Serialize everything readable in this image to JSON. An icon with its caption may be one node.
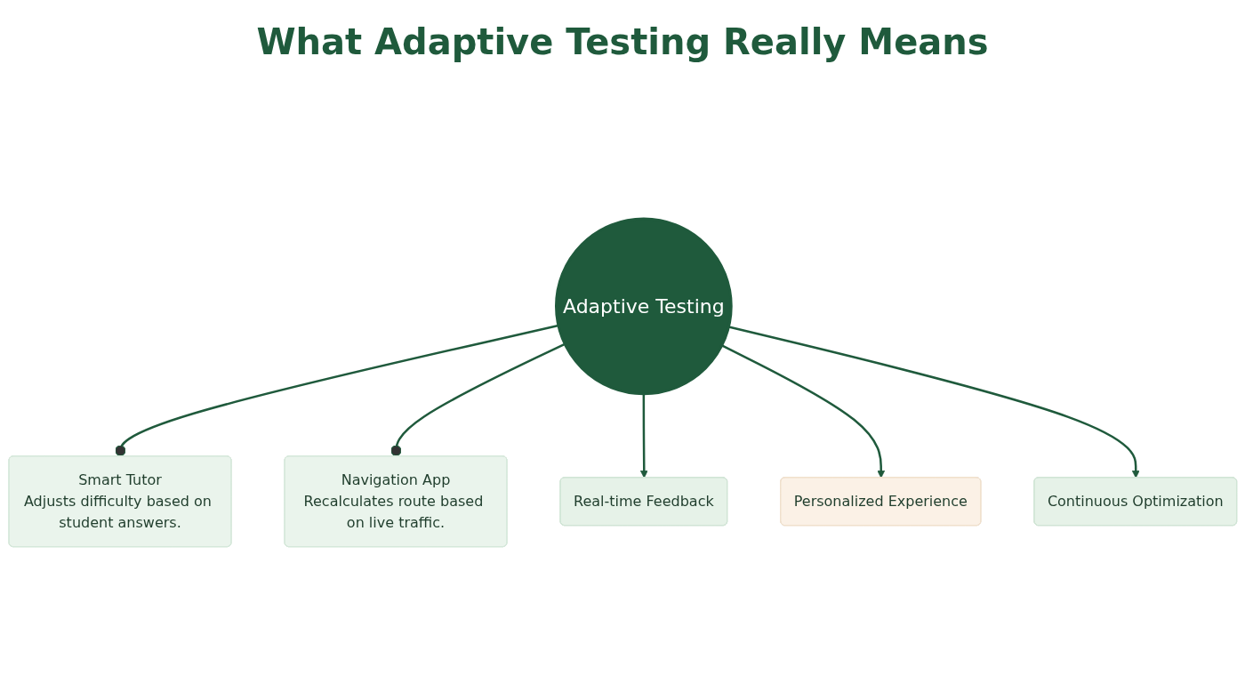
{
  "diagram": {
    "title": "What Adaptive Testing Really Means",
    "nodes": [
      {
        "text": [
          "Smart Tutor",
          "Adjusts difficulty based on student answers."
        ]
      },
      {
        "text": [
          "Adaptive Testing"
        ]
      },
      {
        "text": [
          "Navigation App",
          "Recalculates route based on live traffic."
        ]
      },
      {
        "text": [
          "Real-time Feedback"
        ]
      },
      {
        "text": [
          "Personalized Experience"
        ]
      },
      {
        "text": [
          "Continuous Optimization"
        ]
      }
    ],
    "edges": [
      {
        "from": 1,
        "to": 0,
        "arrow": "other"
      },
      {
        "from": 1,
        "to": 2,
        "arrow": "other"
      },
      {
        "from": 1,
        "to": 3,
        "arrow": "to"
      },
      {
        "from": 1,
        "to": 4,
        "arrow": "to"
      },
      {
        "from": 1,
        "to": 5,
        "arrow": "to"
      }
    ]
  }
}
